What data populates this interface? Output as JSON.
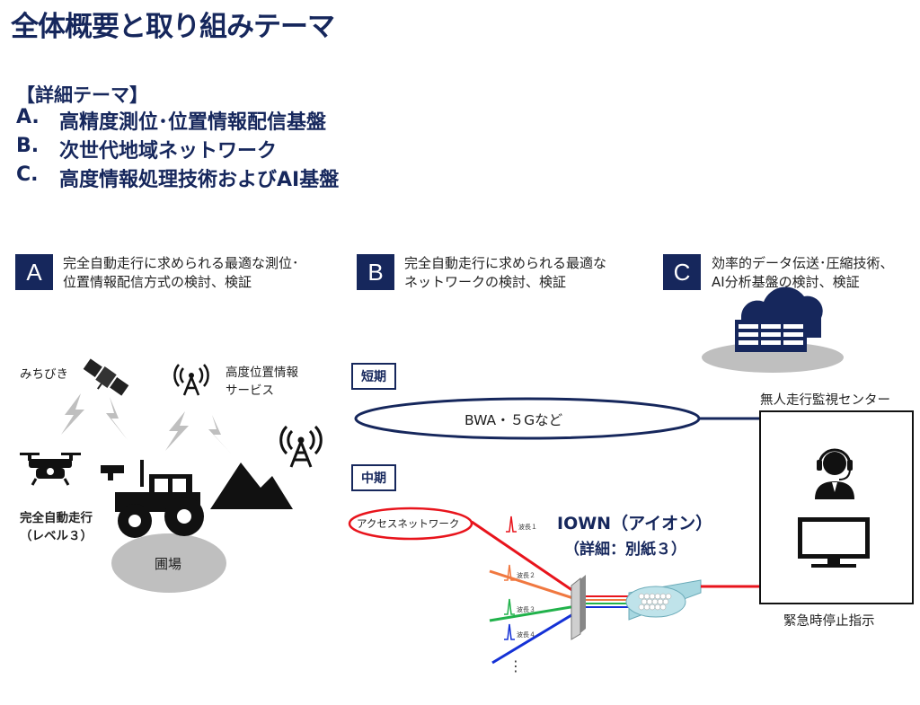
{
  "title": "全体概要と取り組みテーマ",
  "topics": {
    "heading": "【詳細テーマ】",
    "items": [
      {
        "letter": "A.",
        "text": "高精度測位･位置情報配信基盤"
      },
      {
        "letter": "B.",
        "text": "次世代地域ネットワーク"
      },
      {
        "letter": "C.",
        "text": "高度情報処理技術およびAI基盤"
      }
    ]
  },
  "boxes": [
    {
      "letter": "A",
      "line1": "完全自動走行に求められる最適な測位･",
      "line2": "位置情報配信方式の検討、検証"
    },
    {
      "letter": "B",
      "line1": "完全自動走行に求められる最適な",
      "line2": "ネットワークの検討、検証"
    },
    {
      "letter": "C",
      "line1": "効率的データ伝送･圧縮技術、",
      "line2": "AI分析基盤の検討、検証"
    }
  ],
  "left": {
    "michibiki": "みちびき",
    "service_line1": "高度位置情報",
    "service_line2": "サービス",
    "auto_line1": "完全自動走行",
    "auto_line2": "（レベル３）",
    "field": "圃場"
  },
  "network": {
    "short_term": "短期",
    "mid_term": "中期",
    "bwa": "BWA・５Gなど",
    "access": "アクセスネットワーク",
    "iown_line1": "IOWN（アイオン）",
    "iown_line2": "（詳細：別紙３）",
    "wavelengths": [
      "波長１",
      "波長２",
      "波長３",
      "波長４"
    ],
    "ellipsis": "⋮"
  },
  "center": {
    "title": "無人走行監視センター",
    "caption": "緊急時停止指示"
  },
  "colors": {
    "navy": "#16275c",
    "red": "#e8141c",
    "orange": "#f07840",
    "green": "#21b24b",
    "blue": "#1431d6",
    "gray": "#bfbfbf"
  }
}
